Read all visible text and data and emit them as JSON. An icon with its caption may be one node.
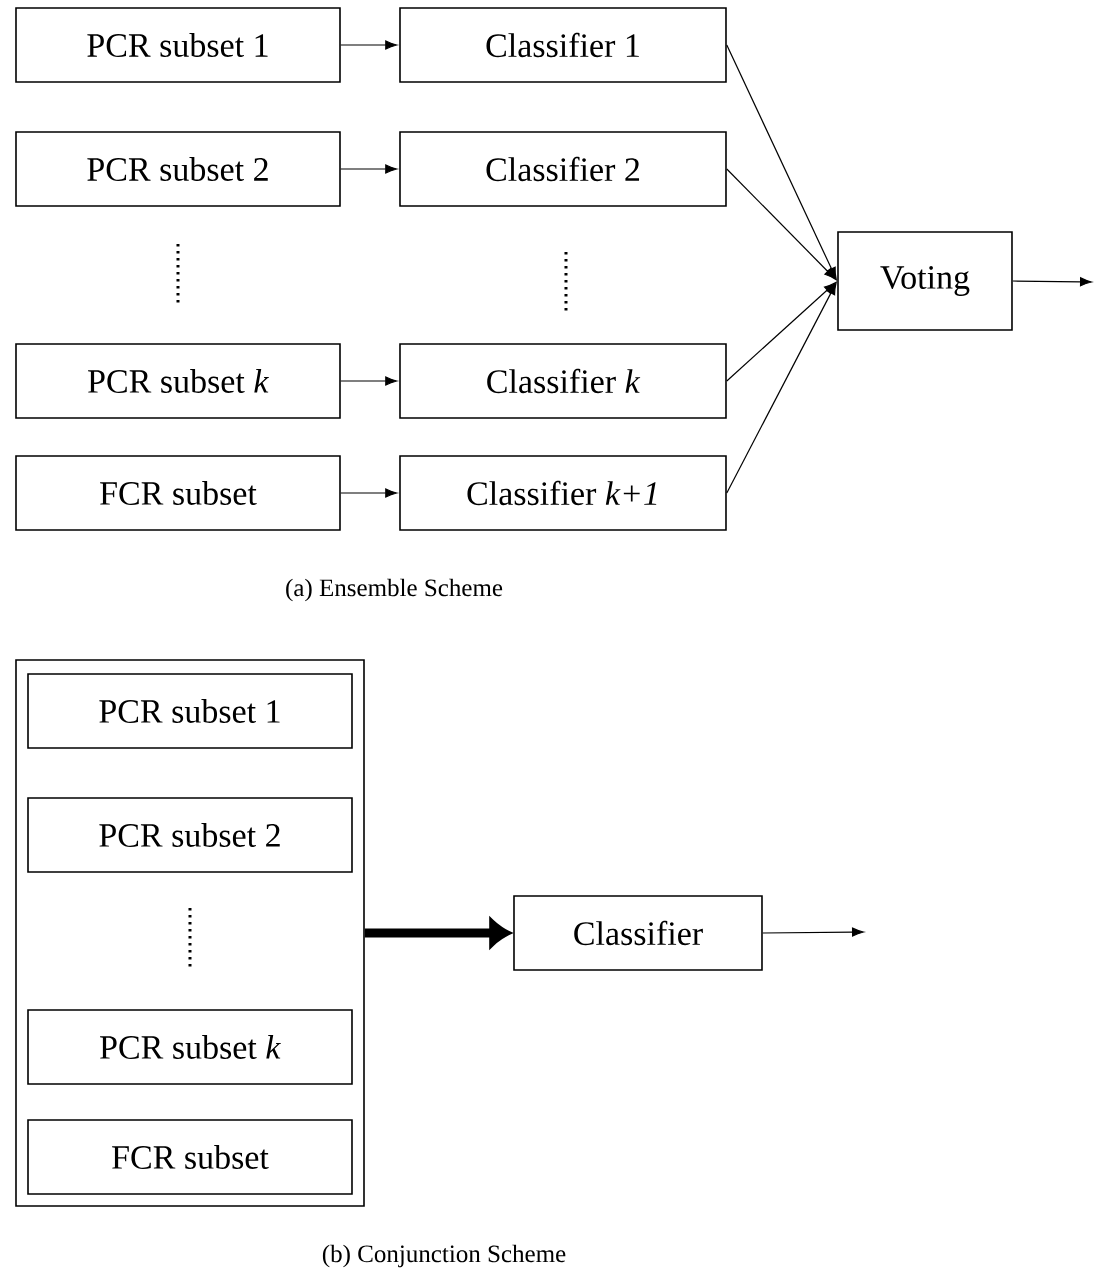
{
  "diagram": {
    "nodes": [
      {
        "text": [
          "PCR subset 1"
        ]
      },
      {
        "text": [
          "Classifier 1"
        ]
      },
      {
        "text": [
          "PCR subset 2"
        ]
      },
      {
        "text": [
          "Classifier 2"
        ]
      },
      {
        "text": [
          "PCR subset *k*"
        ]
      },
      {
        "text": [
          "Classifier *k*"
        ]
      },
      {
        "text": [
          "FCR subset"
        ]
      },
      {
        "text": [
          "Classifier *k+1*"
        ]
      },
      {
        "text": [
          "Voting"
        ]
      },
      {
        "text": [],
        "shape": "box"
      },
      {
        "text": [
          "PCR subset 1"
        ],
        "in": 9
      },
      {
        "text": [
          "PCR subset 2"
        ],
        "in": 9
      },
      {
        "text": [
          "PCR subset *k*"
        ],
        "in": 9
      },
      {
        "text": [
          "FCR subset"
        ],
        "in": 9
      },
      {
        "text": [
          "Classifier"
        ]
      }
    ],
    "edges": [
      {
        "from": 0,
        "to": 1,
        "arrow": "to"
      },
      {
        "from": 2,
        "to": 3,
        "arrow": "to"
      },
      {
        "from": 4,
        "to": 5,
        "arrow": "to"
      },
      {
        "from": 6,
        "to": 7,
        "arrow": "to"
      },
      {
        "from": 1,
        "to": 8,
        "arrow": "to"
      },
      {
        "from": 3,
        "to": 8,
        "arrow": "to"
      },
      {
        "from": 5,
        "to": 8,
        "arrow": "to"
      },
      {
        "from": 7,
        "to": 8,
        "arrow": "to"
      },
      {
        "from": 8,
        "to": null,
        "arrow": "to"
      },
      {
        "from": 9,
        "to": 14,
        "arrow": "to",
        "style": "thick"
      },
      {
        "from": 14,
        "to": null,
        "arrow": "to"
      }
    ],
    "labels": [
      "(a) Ensemble Scheme",
      "(b) Conjunction Scheme"
    ]
  }
}
